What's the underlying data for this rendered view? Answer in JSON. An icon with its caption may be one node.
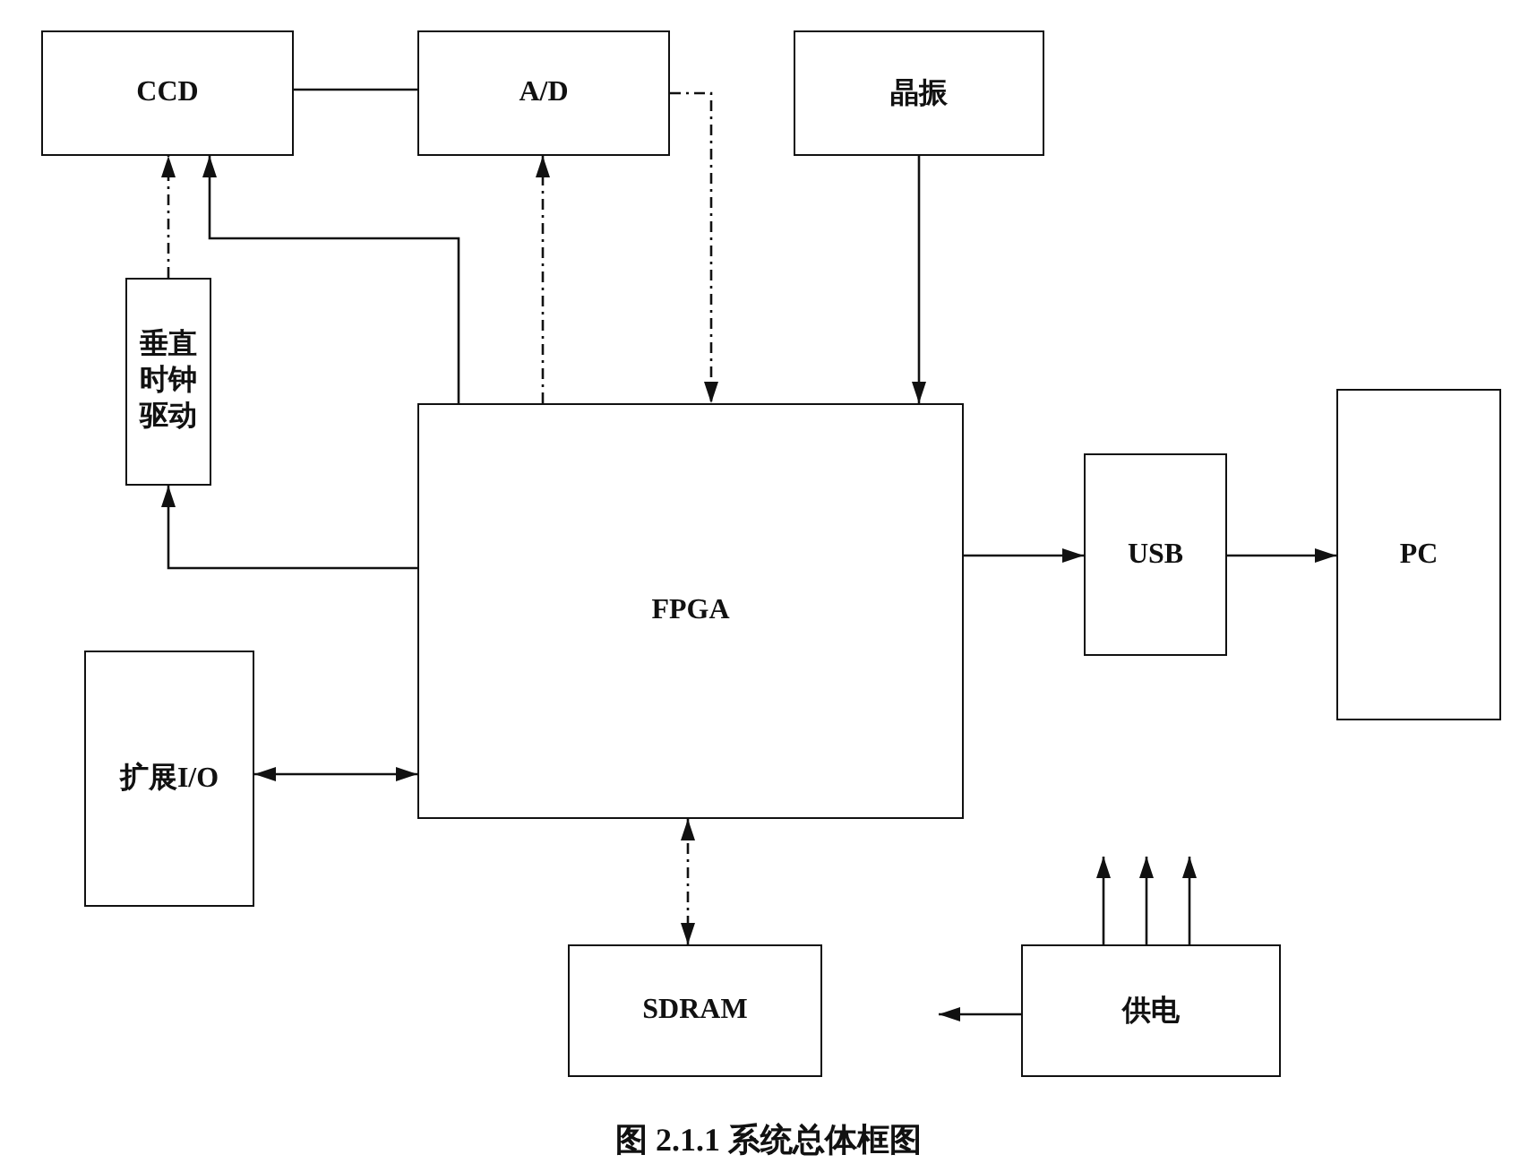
{
  "diagram": {
    "caption": "图 2.1.1 系统总体框图",
    "nodes": [
      {
        "text": [
          "CCD"
        ]
      },
      {
        "text": [
          "A/D"
        ]
      },
      {
        "text": [
          "晶振"
        ]
      },
      {
        "text": [
          "垂直时钟驱动"
        ]
      },
      {
        "text": [
          "FPGA"
        ]
      },
      {
        "text": [
          "USB"
        ]
      },
      {
        "text": [
          "PC"
        ]
      },
      {
        "text": [
          "扩展I/O"
        ]
      },
      {
        "text": [
          "SDRAM"
        ]
      },
      {
        "text": [
          "供电"
        ]
      }
    ],
    "edges": [
      {
        "from": 0,
        "to": 1,
        "arrow": "none"
      },
      {
        "from": 1,
        "to": 4,
        "arrow": "to",
        "style": "dashed"
      },
      {
        "from": 4,
        "to": 1,
        "arrow": "to",
        "style": "dashed"
      },
      {
        "from": 2,
        "to": 4,
        "arrow": "to"
      },
      {
        "from": 3,
        "to": 0,
        "arrow": "to",
        "style": "dashed"
      },
      {
        "from": 4,
        "to": 0,
        "arrow": "to"
      },
      {
        "from": 4,
        "to": 3,
        "arrow": "to"
      },
      {
        "from": 4,
        "to": 5,
        "arrow": "to"
      },
      {
        "from": 5,
        "to": 6,
        "arrow": "to"
      },
      {
        "from": 7,
        "to": 4,
        "arrow": "both"
      },
      {
        "from": 4,
        "to": 8,
        "arrow": "both",
        "style": "dashed"
      },
      {
        "from": 9,
        "to": null,
        "arrow": "to"
      },
      {
        "from": 9,
        "to": null,
        "arrow": "to"
      },
      {
        "from": 9,
        "to": null,
        "arrow": "to"
      },
      {
        "from": 9,
        "to": null,
        "arrow": "to"
      }
    ]
  }
}
